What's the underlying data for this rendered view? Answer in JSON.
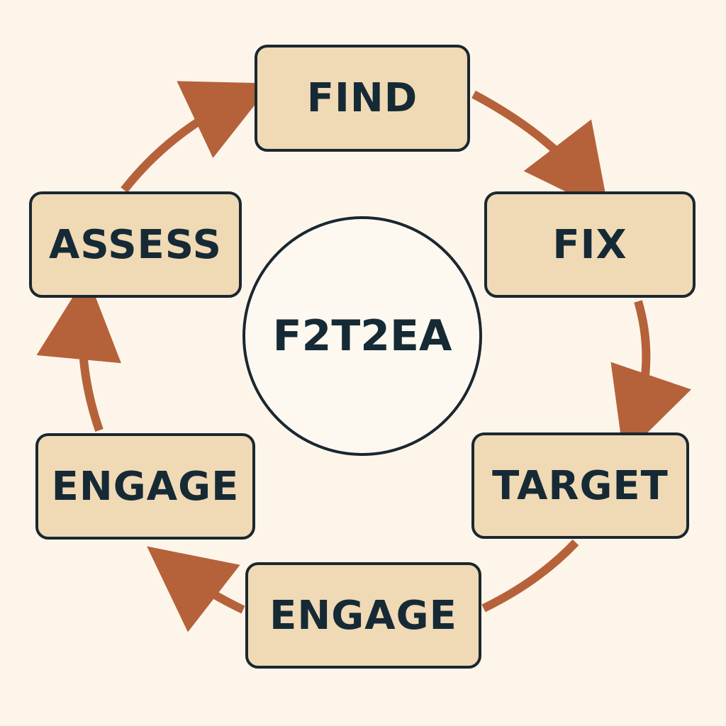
{
  "diagram": {
    "center_label": "F2T2EA",
    "steps": [
      "FIND",
      "FIX",
      "TARGET",
      "ENGAGE",
      "ENGAGE",
      "ASSESS"
    ],
    "colors": {
      "background": "#fdf5ea",
      "box_fill": "#f0d9b5",
      "box_border": "#1a2730",
      "arrow": "#b5623b",
      "text": "#162a35"
    }
  }
}
